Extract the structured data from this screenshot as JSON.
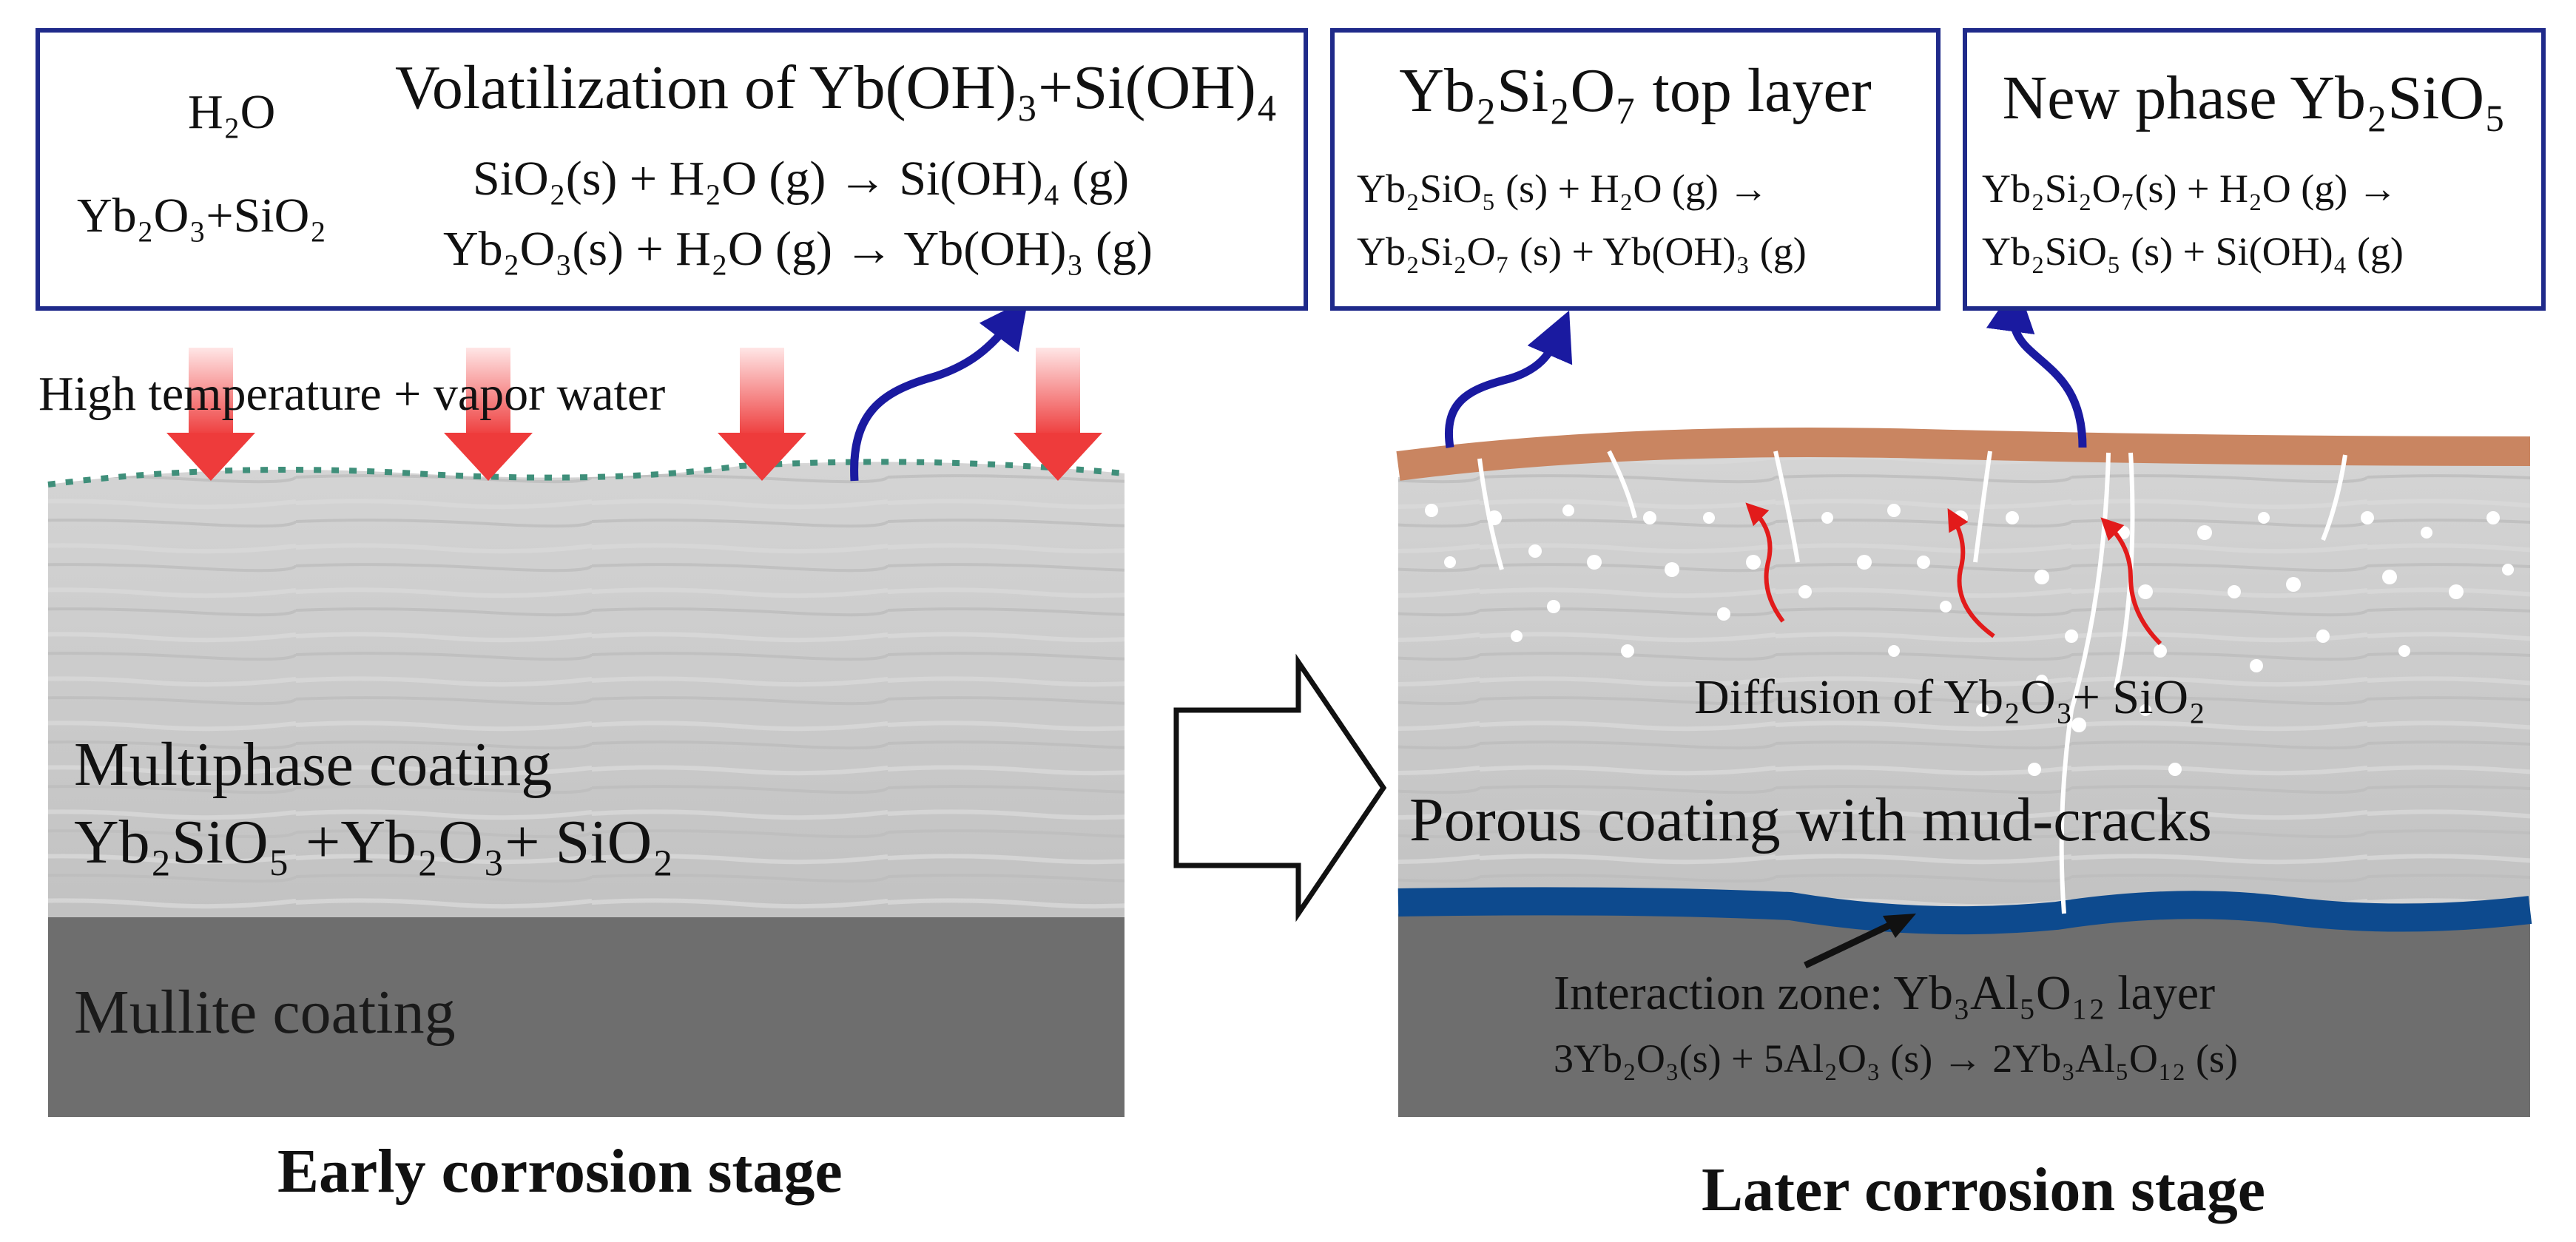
{
  "left_box": {
    "oval_top": "H₂O",
    "oval_bottom": "Yb₂O₃+SiO₂",
    "title": "Volatilization of Yb(OH)₃+Si(OH)₄",
    "eq1": "SiO₂(s) + H₂O (g) → Si(OH)₄ (g)",
    "eq2": "Yb₂O₃(s) + H₂O (g) → Yb(OH)₃ (g)"
  },
  "middle_box": {
    "title": "Yb₂Si₂O₇ top layer",
    "eq1": "Yb₂SiO₅ (s) + H₂O (g) →",
    "eq2": "Yb₂Si₂O₇ (s) + Yb(OH)₃ (g)"
  },
  "right_box": {
    "title": "New phase Yb₂SiO₅",
    "eq1": "Yb₂Si₂O₇(s) + H₂O (g) →",
    "eq2": "Yb₂SiO₅ (s) + Si(OH)₄ (g)"
  },
  "left_panel": {
    "environment": "High temperature + vapor water",
    "coating_line1": "Multiphase coating",
    "coating_line2": "Yb₂SiO₅ +Yb₂O₃+ SiO₂",
    "substrate": "Mullite coating",
    "caption": "Early corrosion stage"
  },
  "right_panel": {
    "diffusion": "Diffusion of Yb₂O₃+ SiO₂",
    "coating": "Porous coating with mud-cracks",
    "zone_label": "Interaction zone: Yb₃Al₅O₁₂ layer",
    "zone_eq": "3Yb₂O₃(s) + 5Al₂O₃ (s) → 2Yb₃Al₅O₁₂ (s)",
    "caption": "Later corrosion stage"
  },
  "colors": {
    "box_border": "#1f2a8a",
    "coating_gray": "#c9c9c9",
    "substrate_gray": "#6e6e6e",
    "top_layer": "#c98561",
    "interaction_layer": "#0d4a8e",
    "heat_arrow": "#ee3b3b",
    "flow_arrow": "#1a1aa0",
    "diffusion_arrow": "#e21b1b"
  }
}
